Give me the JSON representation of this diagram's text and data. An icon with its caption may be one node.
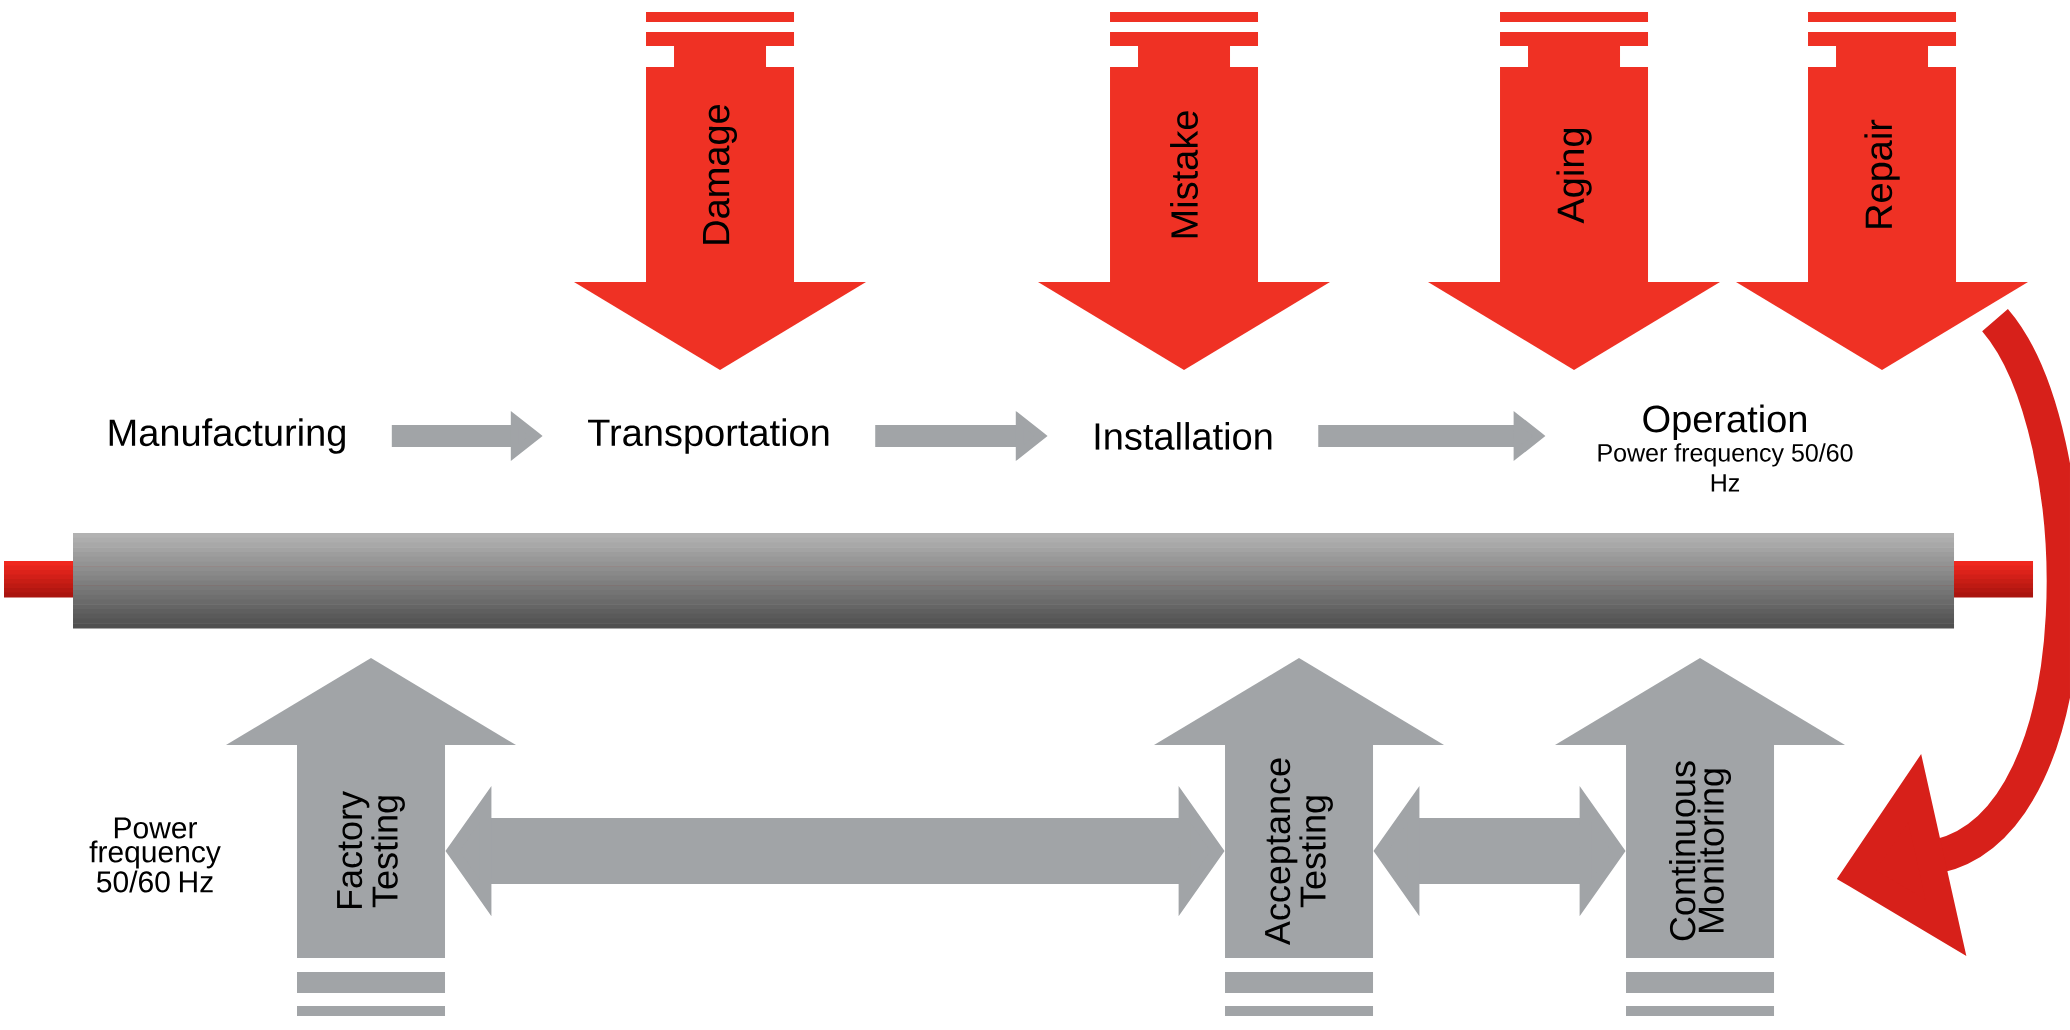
{
  "diagram": {
    "nodes": [
      {
        "text": [
          "Manufacturing"
        ]
      },
      {
        "text": [
          "Transportation"
        ]
      },
      {
        "text": [
          "Installation"
        ]
      },
      {
        "text": [
          "Operation",
          "Power frequency 50/60 Hz"
        ]
      },
      {
        "text": [
          "Damage"
        ]
      },
      {
        "text": [
          "Mistake"
        ]
      },
      {
        "text": [
          "Aging"
        ]
      },
      {
        "text": [
          "Repair"
        ]
      },
      {
        "text": [
          "Factory Testing"
        ],
        "beside": [
          "Power frequency 50/60 Hz"
        ]
      },
      {
        "text": [
          "Acceptance Testing"
        ]
      },
      {
        "text": [
          "Continuous Monitoring"
        ]
      }
    ],
    "edges": [
      {
        "from": 0,
        "to": 1,
        "arrow": "to"
      },
      {
        "from": 1,
        "to": 2,
        "arrow": "to"
      },
      {
        "from": 2,
        "to": 3,
        "arrow": "to"
      },
      {
        "from": 8,
        "to": 9,
        "arrow": "both",
        "style": "thick"
      },
      {
        "from": 9,
        "to": 10,
        "arrow": "both",
        "style": "thick"
      },
      {
        "from": 7,
        "to": 10,
        "arrow": "to",
        "color": "#d7201a"
      }
    ]
  }
}
